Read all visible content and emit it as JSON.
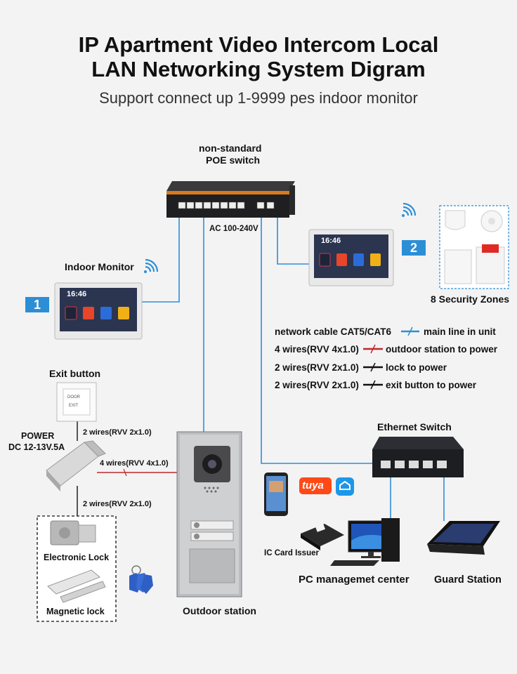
{
  "title_line1": "IP Apartment Video Intercom Local",
  "title_line2": "LAN Networking System Digram",
  "subtitle": "Support connect up 1-9999 pes indoor monitor",
  "poe_switch": {
    "line1": "non-standard",
    "line2": "POE switch",
    "power": "AC 100-240V"
  },
  "indoor_monitor": {
    "label": "Indoor Monitor",
    "badge": "1",
    "time": "16:46"
  },
  "monitor2": {
    "badge": "2",
    "time": "16:46"
  },
  "security_zones": "8 Security Zones",
  "legend": [
    {
      "text_before": "network cable CAT5/CAT6",
      "text_after": "main line in unit",
      "color": "#2c8fd6"
    },
    {
      "text_before": "4 wires(RVV 4x1.0)",
      "text_after": "outdoor station to power",
      "color": "#c0282d"
    },
    {
      "text_before": "2 wires(RVV 2x1.0)",
      "text_after": "lock to power",
      "color": "#111111"
    },
    {
      "text_before": "2 wires(RVV 2x1.0)",
      "text_after": "exit button to power",
      "color": "#111111"
    }
  ],
  "exit_button": {
    "label": "Exit button",
    "text1": "DOOR",
    "text2": "EXIT"
  },
  "power": {
    "line1": "POWER",
    "line2": "DC 12-13V.5A"
  },
  "wires": {
    "exit_to_power": "2 wires(RVV 2x1.0)",
    "power_to_outdoor": "4 wires(RVV 4x1.0)",
    "power_to_lock": "2 wires(RVV 2x1.0)"
  },
  "locks": {
    "electronic": "Electronic Lock",
    "magnetic": "Magnetic lock"
  },
  "outdoor_station": "Outdoor station",
  "ethernet_switch": "Ethernet Switch",
  "tuya": "tuya",
  "ic_card_issuer": "IC Card Issuer",
  "pc_center": "PC managemet center",
  "guard_station": "Guard Station",
  "colors": {
    "network": "#2c8fd6",
    "power_outdoor": "#c0282d",
    "lock": "#111111",
    "badge": "#2c8fd6"
  }
}
